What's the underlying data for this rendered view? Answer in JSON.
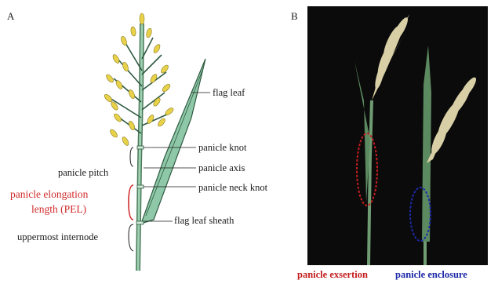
{
  "panels": {
    "a_label": "A",
    "b_label": "B"
  },
  "labels": {
    "flag_leaf": "flag leaf",
    "panicle_knot": "panicle knot",
    "panicle_axis": "panicle axis",
    "panicle_pitch": "panicle pitch",
    "panicle_neck_knot": "panicle neck knot",
    "pel_line1": "panicle elongation",
    "pel_line2": "length (PEL)",
    "flag_leaf_sheath": "flag leaf sheath",
    "uppermost_internode": "uppermost internode"
  },
  "captions": {
    "exsertion": "panicle exsertion",
    "enclosure": "panicle enclosure"
  },
  "colors": {
    "pel_red": "#d12a2a",
    "exsertion_red": "#c41e1e",
    "enclosure_blue": "#1d2aa8",
    "stem_green": "#7fb89a",
    "grain_yellow": "#e8d24a"
  }
}
